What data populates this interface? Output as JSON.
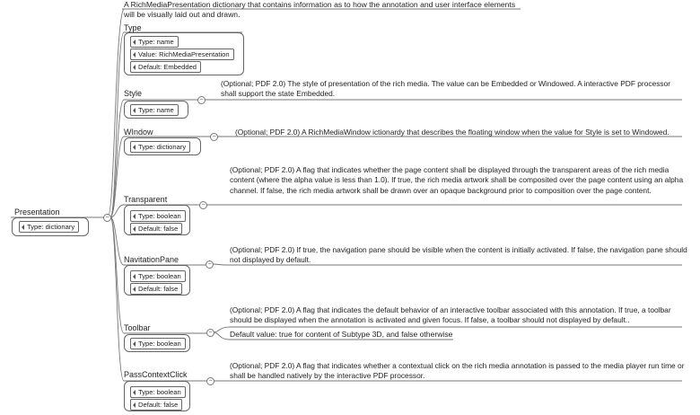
{
  "root": {
    "name": "Presentation",
    "type": "Type: dictionary",
    "description": "A RichMediaPresentation dictionary that contains information as to how the annotation and user interface elements will be visually laid out and drawn."
  },
  "children": [
    {
      "name": "Type",
      "props": [
        "Type: name",
        "Value: RichMediaPresentation",
        "Default: Embedded"
      ],
      "description": ""
    },
    {
      "name": "Style",
      "props": [
        "Type: name"
      ],
      "description": "(Optional; PDF 2.0) The style of presentation of the rich media. The value can be Embedded or Windowed. A interactive PDF processor shall support the state Embedded."
    },
    {
      "name": "WIndow",
      "props": [
        "Type: dictionary"
      ],
      "description": "(Optional; PDF 2.0) A RichMediaWindow ictionardy that describes the floating window when the value for Style is set to Windowed."
    },
    {
      "name": "Transparent",
      "props": [
        "Type: boolean",
        "Default: false"
      ],
      "description": "(Optional; PDF 2.0) A flag that indicates whether the page content shall be displayed through the transparent areas of the rich media content (where the alpha value is less than 1.0). If true, the rich media artwork shall be composited over the page content using an alpha channel. If false, the rich media artwork shall be drawn over an opaque background prior to composition over the page content."
    },
    {
      "name": "NavitationPane",
      "props": [
        "Type: boolean",
        "Default: false"
      ],
      "description": "(Optional; PDF 2.0) If true, the navigation pane should be visible when the content is initially activated. If false, the navigation pane should not displayed by default."
    },
    {
      "name": "Toolbar",
      "props": [
        "Type: boolean"
      ],
      "description": "(Optional; PDF 2.0) A flag that indicates the default behavior of an interactive toolbar associated with this annotation. If true, a toolbar should be displayed when the annotation is activated and given focus. If false, a toolbar should not displayed by default..",
      "extra": "Default value: true for content of Subtype 3D, and false otherwise"
    },
    {
      "name": "PassContextClick",
      "props": [
        "Type: boolean",
        "Default: false"
      ],
      "description": "(Optional; PDF 2.0) A flag that indicates whether a contextual click on the rich media annotation is passed to the media player run time or shall be handled natively by the interactive PDF processor."
    }
  ],
  "collapse_symbol": "−"
}
